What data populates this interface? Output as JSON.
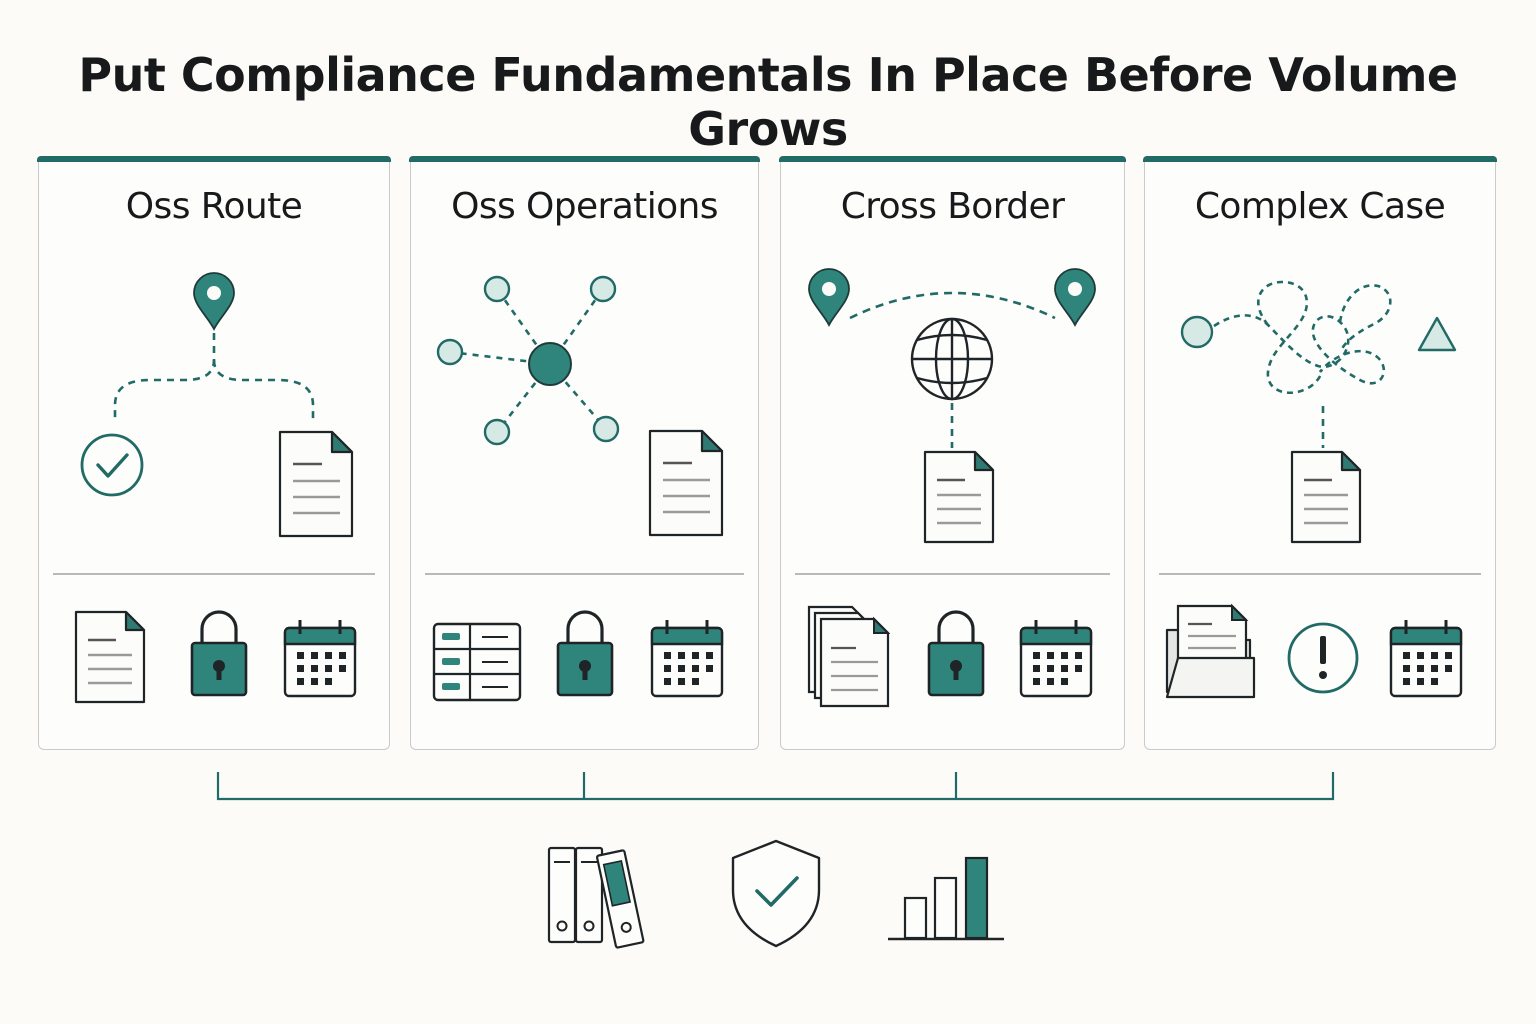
{
  "title": "Put Compliance Fundamentals In Place Before Volume Grows",
  "colors": {
    "accent": "#226a66",
    "accent_light": "#d6e9e4",
    "ink": "#1f2427"
  },
  "cards": [
    {
      "title": "Oss Route",
      "icons": [
        "location-pin-icon",
        "check-circle-icon",
        "document-icon",
        "lock-icon",
        "calendar-icon"
      ]
    },
    {
      "title": "Oss Operations",
      "icons": [
        "network-hub-icon",
        "document-icon",
        "table-icon",
        "lock-icon",
        "calendar-icon"
      ]
    },
    {
      "title": "Cross Border",
      "icons": [
        "location-pin-icon",
        "globe-icon",
        "document-icon",
        "documents-stack-icon",
        "lock-icon",
        "calendar-icon"
      ]
    },
    {
      "title": "Complex Case",
      "icons": [
        "tangled-path-icon",
        "triangle-icon",
        "document-icon",
        "folder-icon",
        "alert-icon",
        "calendar-icon"
      ]
    }
  ],
  "footer_icons": [
    "binders-icon",
    "shield-check-icon",
    "bar-chart-icon"
  ]
}
